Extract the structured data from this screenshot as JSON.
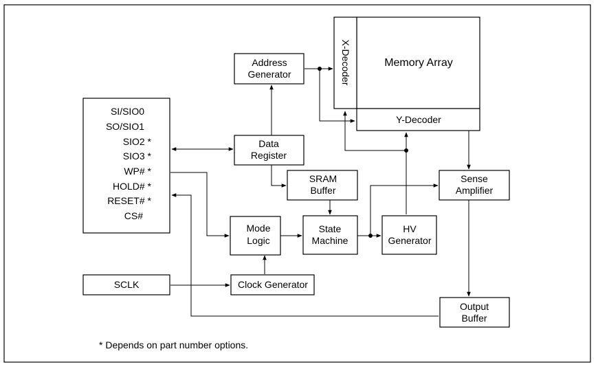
{
  "blocks": {
    "memory_array": "Memory Array",
    "x_decoder": "X-Decoder",
    "y_decoder": "Y-Decoder",
    "address_generator": [
      "Address",
      "Generator"
    ],
    "data_register": [
      "Data",
      "Register"
    ],
    "sram_buffer": [
      "SRAM",
      "Buffer"
    ],
    "sense_amplifier": [
      "Sense",
      "Amplifier"
    ],
    "mode_logic": [
      "Mode",
      "Logic"
    ],
    "state_machine": [
      "State",
      "Machine"
    ],
    "hv_generator": [
      "HV",
      "Generator"
    ],
    "clock_generator": "Clock Generator",
    "output_buffer": [
      "Output",
      "Buffer"
    ],
    "sclk": "SCLK"
  },
  "pins": [
    "SI/SIO0",
    "SO/SIO1",
    "SIO2 *",
    "SIO3 *",
    "WP# *",
    "HOLD# *",
    "RESET# *",
    "CS#"
  ],
  "footnote": "* Depends on part number options."
}
